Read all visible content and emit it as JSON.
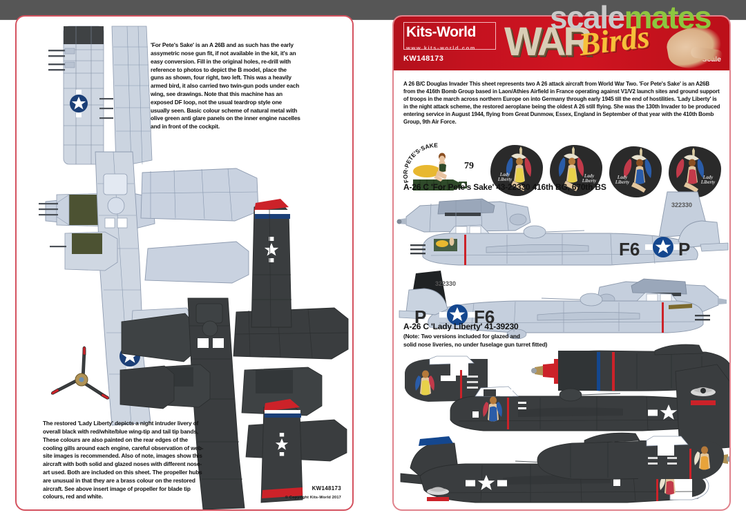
{
  "product": {
    "brand": "Kits-World",
    "website": "www.kits-world.com",
    "code": "KW148173",
    "scale": "1:48 Scale",
    "series_word_1": "WAR",
    "series_word_2": "Birds",
    "copyright": "© Copyright Kits-World 2017",
    "footer_code": "KW148173"
  },
  "watermark": {
    "part_a": "scale",
    "part_b": "mates"
  },
  "left_sheet": {
    "top_note": "'For Pete's Sake' is an A 26B and as such has the early assymetric nose gun fit, if not available in the kit, it's an easy conversion. Fill in the original holes, re-drill with reference to photos to depict the B model, place the guns as shown, four right, two left. This was a heavily armed bird, it also carried two twin-gun pods under each wing, see drawings. Note that this machine has an exposed DF loop, not the usual teardrop style one usually seen. Basic colour scheme of natural metal with olive green anti glare panels on the inner engine nacelles and in front of the cockpit.",
    "bottom_note": "The restored 'Lady Liberty' depicts a night intruder livery of overall black with red/white/blue wing-tip and tail tip bands, These colours are also painted on the rear edges of the cooling gills around each engine, careful observation of web-site images is recommended. Also of note, images show this aircraft with both solid and glazed noses with different nose-art used. Both are included on this sheet. The propeller hubs are unusual in that they are a brass colour on the restored aircraft. See above insert image of propeller for blade tip colours, red and white."
  },
  "right_sheet": {
    "intro": "A 26 B/C Douglas Invader This sheet represents two A 26 attack aircraft from World War Two. 'For Pete's Sake' is an A26B from the 416th Bomb Group based in Laon/Athies Airfield in France operating against V1/V2 launch sites and ground support of troops in the march across northern Europe on into Germany through early 1945 till the end of hostilities. 'Lady Liberty' is in the night attack scheme, the restored aeroplane being the oldest A 26 still flying. She was the 130th Invader to be produced entering service in August 1944, flying from Great Dunmow, Essex, England in September of that year with the 410th Bomb Group, 9th Air Force.",
    "profile_1_caption": "A-26 C 'For Pete's Sake' 43-22330 416th BG, 670th BS",
    "profile_2_caption": "A-26 C 'Lady Liberty' 41-39230",
    "profile_2_note": "(Note: Two versions included for glazed and\nsolid nose liveries, no under fuselage gun turret fitted)"
  },
  "decals": [
    {
      "name": "for-petes-sake-nose-art",
      "title": "FOR-PETE'S-SAKE",
      "number": "79"
    },
    {
      "name": "lady-liberty-yellow-left",
      "title": "Lady Liberty"
    },
    {
      "name": "lady-liberty-yellow-right",
      "title": "Lady Liberty"
    },
    {
      "name": "lady-liberty-blue",
      "title": "Lady Liberty"
    },
    {
      "name": "lady-liberty-red",
      "title": "Lady Liberty"
    }
  ],
  "markings": {
    "profile1_code_left": "F6",
    "profile1_code_right": "P",
    "profile1_serial": "322330",
    "profile2_code_left": "P",
    "profile2_code_right": "F6",
    "profile2_serial": "322330"
  },
  "colors": {
    "banner_red": "#c4121f",
    "sheet_border": "#d4525f",
    "natural_metal": "#cfd7e2",
    "night_black": "#3a3d3f",
    "olive_green": "#4c5232",
    "insignia_blue": "#0f3c7a",
    "band_red": "#cc2229",
    "watermark_green": "#8dc63f"
  }
}
